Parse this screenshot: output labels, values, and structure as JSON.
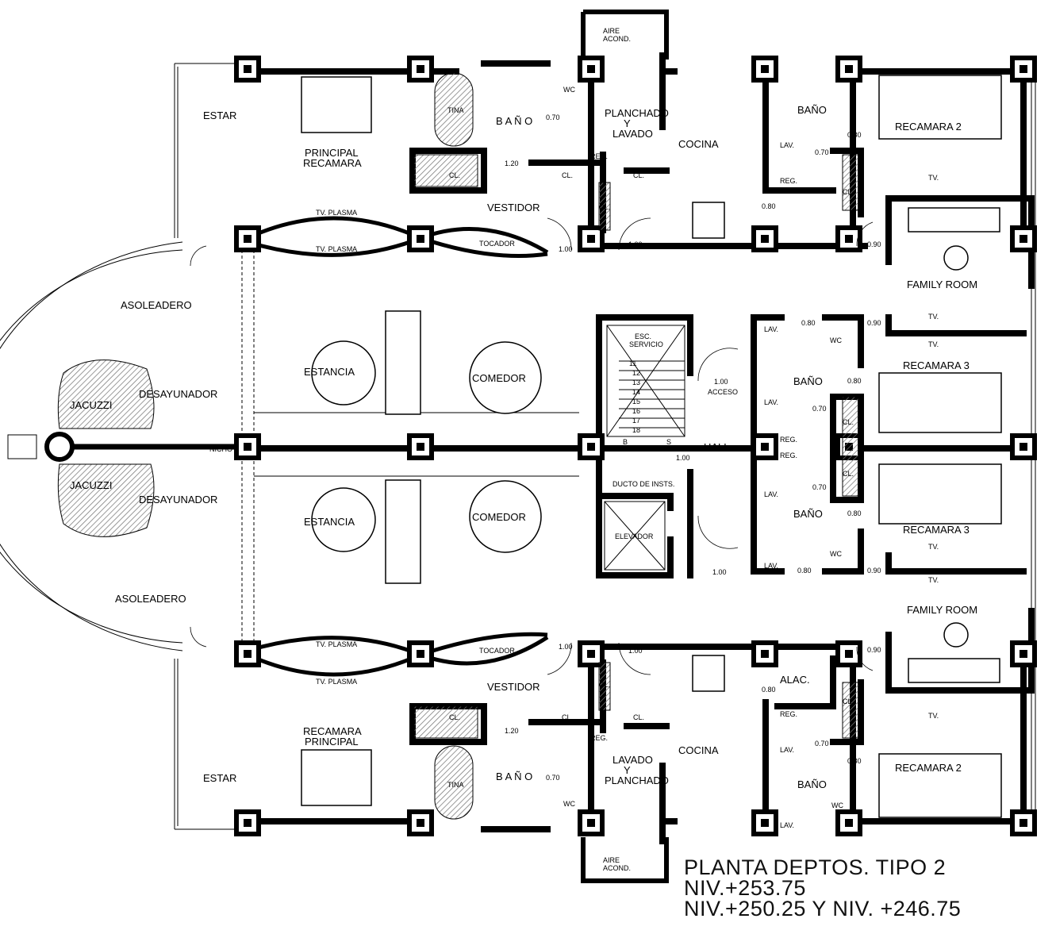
{
  "title": {
    "line1": "PLANTA DEPTOS. TIPO 2",
    "line2": "NIV.+253.75",
    "line3": "NIV.+250.25 Y NIV. +246.75"
  },
  "rooms": {
    "aire_top": "AIRE",
    "acond_top": "ACOND.",
    "aire_bot": "AIRE",
    "acond_bot": "ACOND.",
    "estar": "ESTAR",
    "principal": "PRINCIPAL",
    "recamara": "RECAMARA",
    "recamara_b": "RECAMARA",
    "principal_b": "PRINCIPAL",
    "tina": "TINA",
    "bano": "B A Ñ O",
    "bano_short": "BAÑO",
    "planchado": "PLANCHADO",
    "y": "Y",
    "lavado": "LAVADO",
    "cocina": "COCINA",
    "recamara2": "RECAMARA 2",
    "recamara3": "RECAMARA 3",
    "family": "FAMILY ROOM",
    "vestidor": "VESTIDOR",
    "tv_plasma": "TV. PLASMA",
    "tocador": "TOCADOR",
    "asoleadero": "ASOLEADERO",
    "jacuzzi": "JACUZZI",
    "desayunador": "DESAYUNADOR",
    "nicho": "NICHO",
    "estancia": "ESTANCIA",
    "comedor": "COMEDOR",
    "esc": "ESC.",
    "servicio": "SERVICIO",
    "hall": "HALL",
    "acceso": "ACCESO",
    "ducto": "DUCTO DE INSTS.",
    "elevador": "ELEVADOR",
    "alac": "ALAC.",
    "cl": "CL.",
    "reg": "REG.",
    "lav": "LAV.",
    "wc": "WC",
    "tv": "TV.",
    "b": "B",
    "s": "S"
  },
  "dims": {
    "d070": "0.70",
    "d120": "1.20",
    "d100": "1.00",
    "d080": "0.80",
    "d090": "0.90"
  },
  "stair_steps": [
    "11",
    "12",
    "13",
    "14",
    "15",
    "16",
    "17",
    "18"
  ]
}
